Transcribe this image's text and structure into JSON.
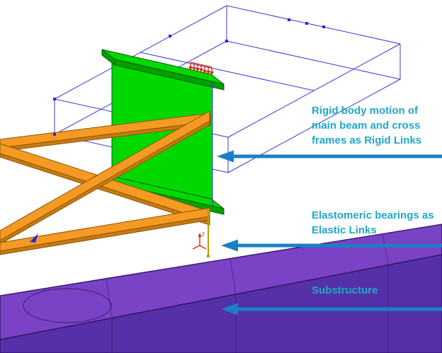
{
  "annotations": {
    "rigid_links": {
      "text": "Rigid body motion of\nmain beam and cross\nframes as Rigid Links"
    },
    "elastic_links": {
      "text": "Elastomeric bearings as\nElastic Links"
    },
    "substructure": {
      "text": "Substructure"
    }
  },
  "model": {
    "axis_triad_label": "z"
  },
  "colors": {
    "page_background": "#ffffff",
    "annotation_text": "#1fa8c9",
    "annotation_arrow": "#1b7fc4",
    "wireframe": "#3a3ad6",
    "node_blue": "#2a2ae0",
    "girder_green": "#00d800",
    "girder_green_dark": "#00a000",
    "girder_outline": "#035c03",
    "frame_orange": "#f59a23",
    "frame_orange_dark": "#c97a10",
    "frame_outline": "#8a5508",
    "pier_top": "#7a42c4",
    "pier_front": "#5530a8",
    "pier_outline": "#2c1260",
    "load_red": "#d62b12",
    "bearing_yellow": "#b8a000"
  }
}
